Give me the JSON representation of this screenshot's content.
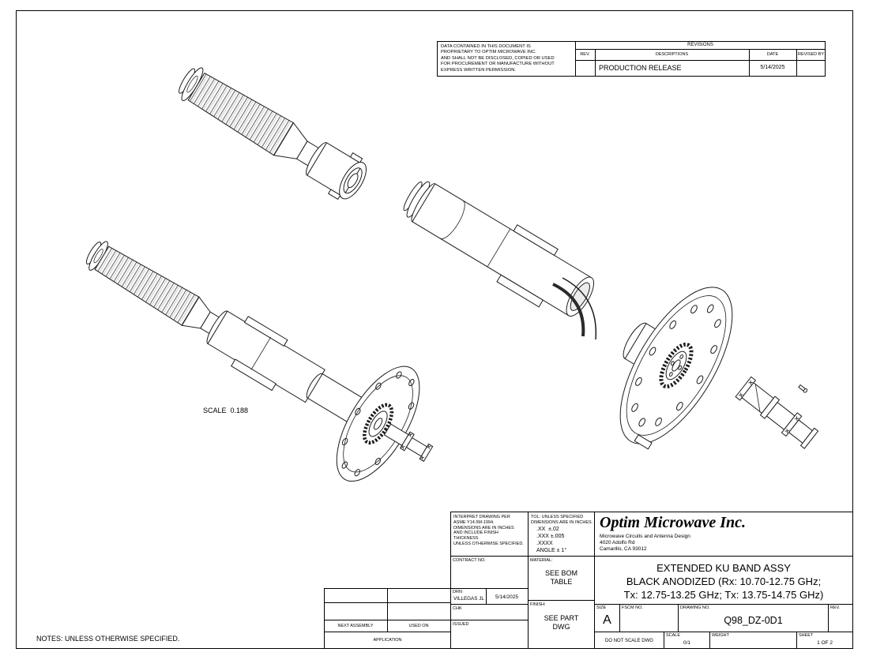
{
  "colors": {
    "line": "#000000",
    "paper": "#ffffff"
  },
  "notice": {
    "lines": [
      "DATA CONTAINED IN THIS DOCUMENT IS",
      "PROPRIETARY TO OPTIM MICROWAVE INC.",
      "AND SHALL NOT BE DISCLOSED, COPIED OR USED",
      "FOR PROCUREMENT OR MANUFACTURE WITHOUT",
      "EXPRESS WRITTEN PERMISSION."
    ]
  },
  "revisions": {
    "title": "REVISIONS",
    "headers": {
      "rev": "REV.",
      "desc": "DESCRIPTIONS",
      "date": "DATE",
      "by": "REVISED BY"
    },
    "row": {
      "rev": "",
      "desc": "PRODUCTION RELEASE",
      "date": "5/14/2025",
      "by": ""
    }
  },
  "drawing_area": {
    "scale_note": "SCALE  0.188",
    "notes": "NOTES: UNLESS OTHERWISE SPECIFIED."
  },
  "title_block": {
    "interpret": [
      "INTERPRET DRAWING PER",
      "ASME Y14.5M-1994.",
      "DIMENSIONS ARE IN INCHES",
      "AND INCLUDE FINISH",
      "THICKNESS",
      "UNLESS OTHERWISE SPECIFIED."
    ],
    "tolerance": {
      "line1": "TOL: UNLESS SPECIFIED",
      "line2": "DIMENSIONS ARE IN INCHES.",
      "xx": ".XX  ±.02",
      "xxx": ".XXX ±.005",
      "xxxx": ".XXXX",
      "angle": "ANGLE ± 1°"
    },
    "contract_label": "CONTRACT NO.",
    "material": {
      "label": "MATERIAL:",
      "value1": "SEE BOM",
      "value2": "TABLE"
    },
    "finish": {
      "label": "FINISH:",
      "value1": "SEE PART",
      "value2": "DWG"
    },
    "signoff": {
      "drn_label": "DRN",
      "drn_name": "VILLEGAS JL",
      "drn_date": "5/14/2025",
      "chk_label": "CHK",
      "issued_label": "ISSUED"
    },
    "company": {
      "name": "Optim Microwave Inc.",
      "tagline": "Microwave Circuits and Antenna Design",
      "address1": "4020 Adolfo Rd",
      "address2": "Camarillo, CA 93012"
    },
    "title_lines": [
      "EXTENDED KU BAND ASSY",
      "BLACK ANODIZED (Rx: 10.70-12.75 GHz;",
      "Tx: 12.75-13.25 GHz; Tx: 13.75-14.75 GHz)"
    ],
    "size": {
      "label": "SIZE",
      "value": "A"
    },
    "fscm_label": "FSCM NO.",
    "drawing_no": {
      "label": "DRAWING NO.",
      "value": "Q98_DZ-0D1"
    },
    "rev_label": "REV.",
    "footer": {
      "do_not_scale": "DO NOT SCALE DWG",
      "scale_label": "SCALE",
      "scale_value": "0/1",
      "weight_label": "WEIGHT",
      "sheet_label": "SHEET",
      "sheet_value": "1 OF 2"
    },
    "application": {
      "next_assembly": "NEXT ASSEMBLY",
      "used_on": "USED ON",
      "label": "APPLICATION"
    }
  }
}
